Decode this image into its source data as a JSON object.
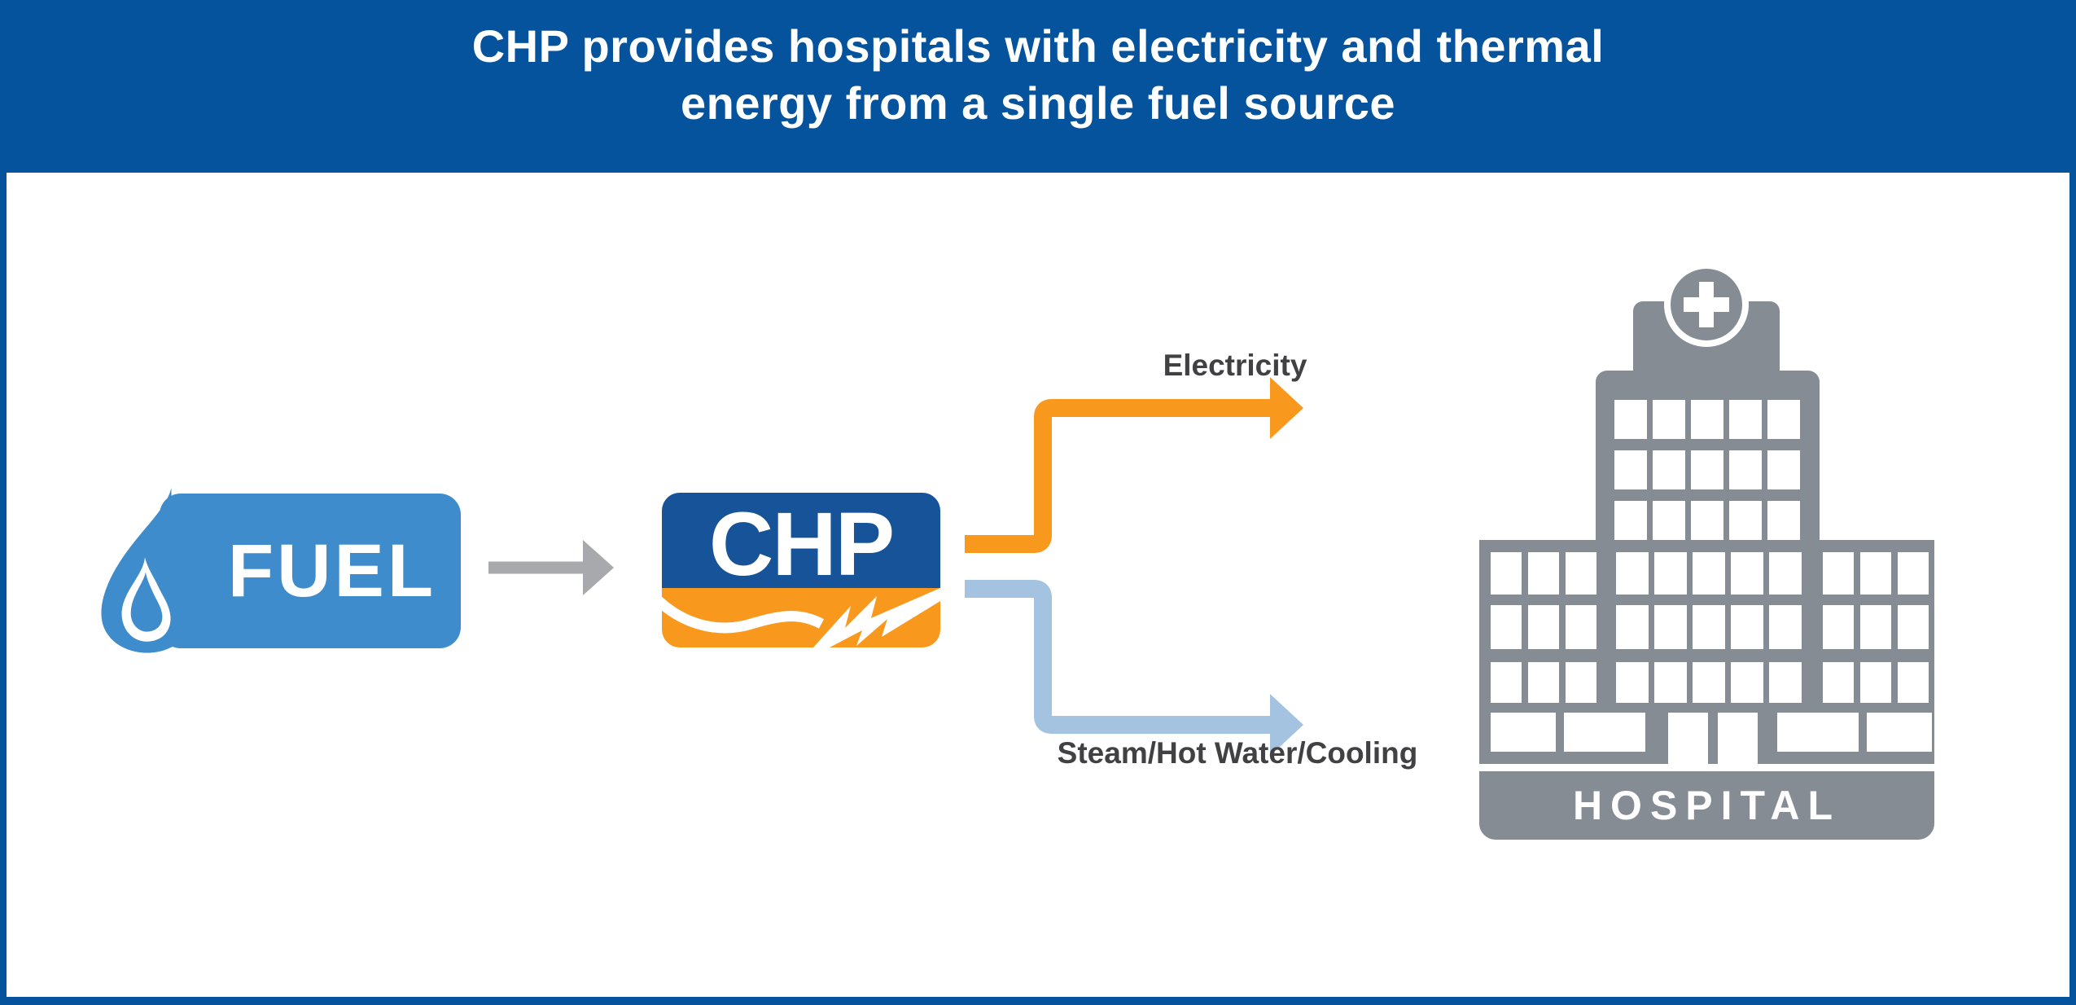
{
  "header": {
    "title_line1": "CHP provides hospitals with electricity and thermal",
    "title_line2": "energy from a single fuel source"
  },
  "fuel": {
    "label": "FUEL"
  },
  "chp": {
    "label": "CHP"
  },
  "flows": {
    "electricity": {
      "label": "Electricity"
    },
    "thermal": {
      "label": "Steam/Hot Water/Cooling"
    }
  },
  "hospital": {
    "label": "HOSPITAL",
    "tower_window_count": 15,
    "wing_window_count": 3,
    "center_window_count": 5
  },
  "colors": {
    "header_blue": "#05539D",
    "fuel_blue": "#3E8CCB",
    "chp_blue": "#175399",
    "orange": "#F8991D",
    "light_blue": "#A3C3E0",
    "arrow_gray": "#A7A9AC",
    "hospital_gray": "#858C94",
    "label_gray": "#414042"
  }
}
